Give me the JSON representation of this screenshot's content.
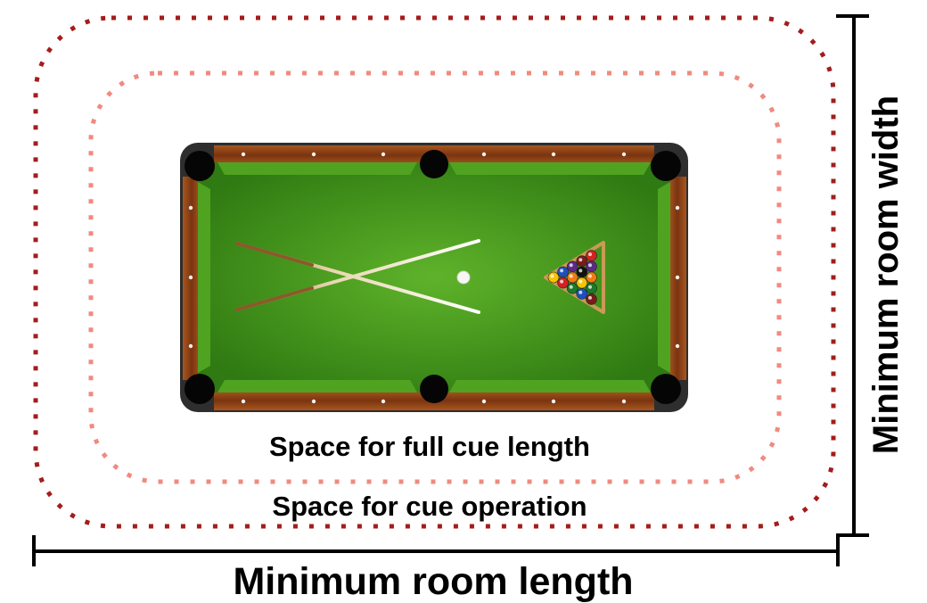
{
  "labels": {
    "inner_zone": "Space for full cue length",
    "outer_zone": "Space for cue operation",
    "room_length": "Minimum room length",
    "room_width": "Minimum room width"
  },
  "colors": {
    "outer_dots": "#a51c1c",
    "inner_dots": "#f08a80",
    "felt": "#3f8f1c",
    "felt_light": "#5fb32a",
    "rail_wood": "#8b3e12",
    "frame": "#3a3a3a",
    "pocket": "#050505",
    "dimension_line": "#000000"
  },
  "rack": {
    "ball_colors": [
      "#f5c400",
      "#1d4fbf",
      "#d42121",
      "#5b2a86",
      "#f07a10",
      "#1a7a2a",
      "#7a1a1a",
      "#111111",
      "#f5c400",
      "#1d4fbf",
      "#d42121",
      "#5b2a86",
      "#f07a10",
      "#1a7a2a",
      "#7a1a1a"
    ]
  }
}
